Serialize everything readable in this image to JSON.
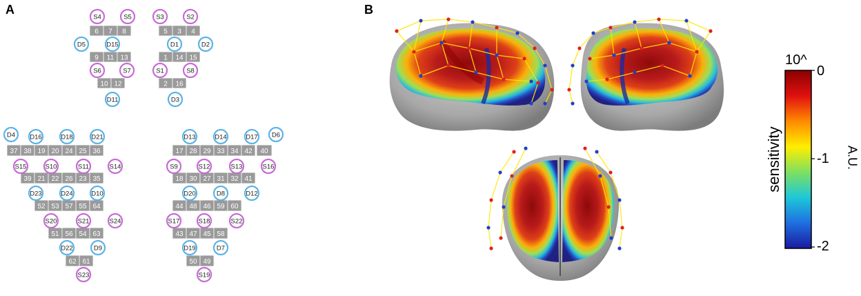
{
  "panels": {
    "a": "A",
    "b": "B"
  },
  "montage": {
    "colors": {
      "source": "#c86ad6",
      "detector": "#5ab3e6",
      "channel": "#9a9a9a",
      "channel_text": "#ffffff",
      "label_text": "#222222"
    },
    "top_left": {
      "sources": [
        "S4",
        "S5",
        "S6",
        "S7"
      ],
      "detectors": [
        "D5",
        "D15",
        "D11"
      ],
      "channels": [
        "6",
        "7",
        "8",
        "9",
        "11",
        "13",
        "10",
        "12"
      ]
    },
    "top_right": {
      "sources": [
        "S3",
        "S2",
        "S1",
        "S8"
      ],
      "detectors": [
        "D1",
        "D2",
        "D3"
      ],
      "channels": [
        "5",
        "3",
        "4",
        "1",
        "14",
        "15",
        "2",
        "16"
      ]
    },
    "bottom_left": {
      "sources": [
        "S15",
        "S10",
        "S11",
        "S14",
        "S20",
        "S21",
        "S24",
        "S23"
      ],
      "detectors": [
        "D4",
        "D16",
        "D18",
        "D21",
        "D23",
        "D24",
        "D10",
        "D22",
        "D9"
      ],
      "channels": [
        "37",
        "38",
        "19",
        "20",
        "24",
        "25",
        "36",
        "39",
        "21",
        "22",
        "26",
        "23",
        "35",
        "52",
        "53",
        "57",
        "55",
        "64",
        "51",
        "56",
        "54",
        "63",
        "62",
        "61"
      ]
    },
    "bottom_right": {
      "sources": [
        "S9",
        "S12",
        "S13",
        "S16",
        "S17",
        "S18",
        "S22",
        "S19"
      ],
      "detectors": [
        "D13",
        "D14",
        "D17",
        "D6",
        "D20",
        "D8",
        "D12",
        "D19",
        "D7"
      ],
      "channels": [
        "17",
        "28",
        "29",
        "33",
        "34",
        "42",
        "40",
        "18",
        "30",
        "27",
        "31",
        "32",
        "41",
        "44",
        "48",
        "46",
        "59",
        "60",
        "43",
        "47",
        "45",
        "58",
        "50",
        "49"
      ]
    }
  },
  "colorbar": {
    "title": "10^",
    "label": "sensitivity",
    "unit": "A.U.",
    "ticks": [
      "0",
      "-1",
      "-2"
    ],
    "stops": [
      "#8b0000",
      "#e01010",
      "#ff8a00",
      "#ffee00",
      "#7fe060",
      "#1ec8d8",
      "#1f6fe0",
      "#1a1aa0"
    ]
  }
}
